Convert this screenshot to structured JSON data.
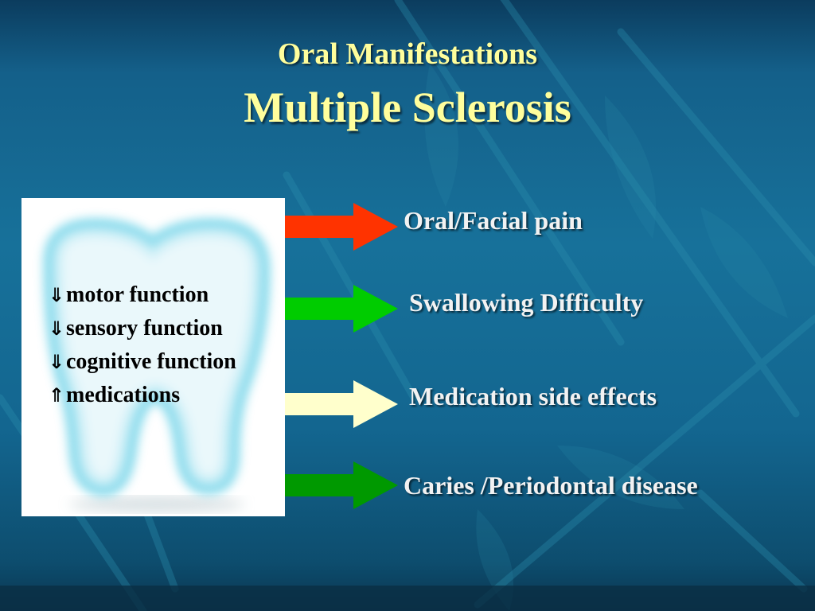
{
  "title": {
    "line1": "Oral Manifestations",
    "line2": "Multiple Sclerosis"
  },
  "factors": [
    {
      "symbol": "⇓",
      "text": "motor function"
    },
    {
      "symbol": "⇓",
      "text": "sensory function"
    },
    {
      "symbol": "⇓",
      "text": "cognitive function"
    },
    {
      "symbol": "⇑",
      "text": "medications"
    }
  ],
  "outcomes": [
    {
      "text": "Oral/Facial pain",
      "arrow_color": "#ff3300"
    },
    {
      "text": "Swallowing Difficulty",
      "arrow_color": "#00cc00"
    },
    {
      "text": "Medication side effects",
      "arrow_color": "#ffffcc"
    },
    {
      "text": "Caries /Periodontal disease",
      "arrow_color": "#009900"
    }
  ],
  "colors": {
    "title": "#fffe9c",
    "outcome_text": "#f2f2f2",
    "background": "#17719a"
  }
}
